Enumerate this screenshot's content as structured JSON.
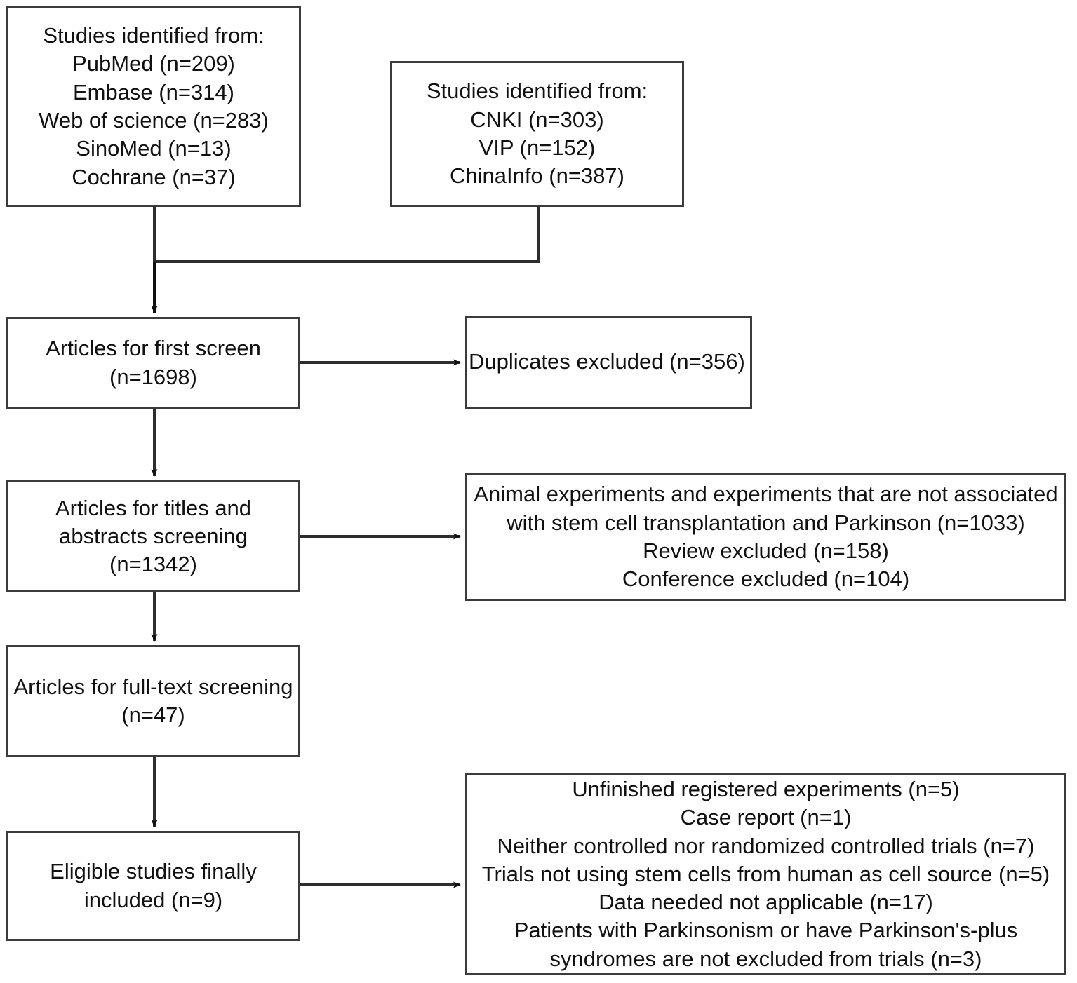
{
  "diagram": {
    "type": "prisma-flow-diagram",
    "title": "",
    "colors": {
      "box_border": "#3b3b3b",
      "box_fill": "#ffffff",
      "connector": "#1a1a1a",
      "text": "#111111",
      "background": "#ffffff"
    }
  },
  "boxes": {
    "identification_english": {
      "text": "Studies identified from:\n  PubMed (n=209)\n  Embase (n=314)\nWeb of science (n=283)\n  SinoMed (n=13)\n  Cochrane (n=37)",
      "lines": [
        "Studies identified from:",
        "PubMed (n=209)",
        "Embase (n=314)",
        "Web of science (n=283)",
        "SinoMed (n=13)",
        "Cochrane (n=37)"
      ],
      "sources": [
        {
          "name": "PubMed",
          "n": 209
        },
        {
          "name": "Embase",
          "n": 314
        },
        {
          "name": "Web of science",
          "n": 283
        },
        {
          "name": "SinoMed",
          "n": 13
        },
        {
          "name": "Cochrane",
          "n": 37
        }
      ]
    },
    "identification_chinese": {
      "text": "Studies identified from:\nCNKI (n=303)\nVIP (n=152)\nChinaInfo (n=387)",
      "lines": [
        "Studies identified from:",
        "CNKI (n=303)",
        "VIP (n=152)",
        "ChinaInfo (n=387)"
      ],
      "sources": [
        {
          "name": "CNKI",
          "n": 303
        },
        {
          "name": "VIP",
          "n": 152
        },
        {
          "name": "ChinaInfo",
          "n": 387
        }
      ]
    },
    "first_screen": {
      "text": "Articles for first screen\n(n=1698)",
      "label": "Articles for first screen",
      "n": 1698
    },
    "duplicates_excluded": {
      "text": "Duplicates excluded (n=356)",
      "label": "Duplicates excluded",
      "n": 356
    },
    "title_abstract_screen": {
      "text": "Articles for titles and\nabstracts screening\n(n=1342)",
      "label": "Articles for titles and abstracts screening",
      "n": 1342
    },
    "screening_exclusions": {
      "text": "Animal experiments and experiments that are not associated\nwith stem cell transplantation and Parkinson (n=1033)\nReview excluded (n=158)\nConference excluded (n=104)",
      "reasons": [
        {
          "reason": "Animal experiments and experiments that are not associated with stem cell transplantation and Parkinson",
          "n": 1033
        },
        {
          "reason": "Review excluded",
          "n": 158
        },
        {
          "reason": "Conference excluded",
          "n": 104
        }
      ]
    },
    "fulltext_screen": {
      "text": "Articles for full-text screening\n(n=47)",
      "label": "Articles for full-text screening",
      "n": 47
    },
    "eligible_included": {
      "text": "Eligible studies finally\nincluded (n=9)",
      "label": "Eligible studies finally included",
      "n": 9
    },
    "fulltext_exclusions": {
      "text": "Unfinished registered experiments (n=5)\nCase report (n=1)\nNeither controlled nor randomized controlled trials (n=7)\nTrials not using stem cells from human as cell source (n=5)\nData needed not applicable (n=17)\nPatients with Parkinsonism or have Parkinson's-plus\nsyndromes are not excluded from trials (n=3)",
      "reasons": [
        {
          "reason": "Unfinished registered experiments",
          "n": 5
        },
        {
          "reason": "Case report",
          "n": 1
        },
        {
          "reason": "Neither controlled nor randomized controlled trials",
          "n": 7
        },
        {
          "reason": "Trials not using stem cells from human as cell source",
          "n": 5
        },
        {
          "reason": "Data needed not applicable",
          "n": 17
        },
        {
          "reason": "Patients with Parkinsonism or have Parkinson's-plus syndromes are not excluded from trials",
          "n": 3
        }
      ]
    }
  },
  "connectors": [
    {
      "name": "merge-english-to-first-screen",
      "from": "identification_english",
      "to": "first_screen",
      "arrow": true
    },
    {
      "name": "merge-chinese-to-first-screen",
      "from": "identification_chinese",
      "to": "first_screen",
      "arrow": false
    },
    {
      "name": "first-screen-to-duplicates",
      "from": "first_screen",
      "to": "duplicates_excluded",
      "arrow": true
    },
    {
      "name": "first-screen-to-title-abstract",
      "from": "first_screen",
      "to": "title_abstract_screen",
      "arrow": true
    },
    {
      "name": "title-abstract-to-screening-exclusions",
      "from": "title_abstract_screen",
      "to": "screening_exclusions",
      "arrow": true
    },
    {
      "name": "title-abstract-to-fulltext",
      "from": "title_abstract_screen",
      "to": "fulltext_screen",
      "arrow": true
    },
    {
      "name": "fulltext-to-eligible",
      "from": "fulltext_screen",
      "to": "eligible_included",
      "arrow": true
    },
    {
      "name": "eligible-to-fulltext-exclusions",
      "from": "eligible_included",
      "to": "fulltext_exclusions",
      "arrow": true
    }
  ]
}
